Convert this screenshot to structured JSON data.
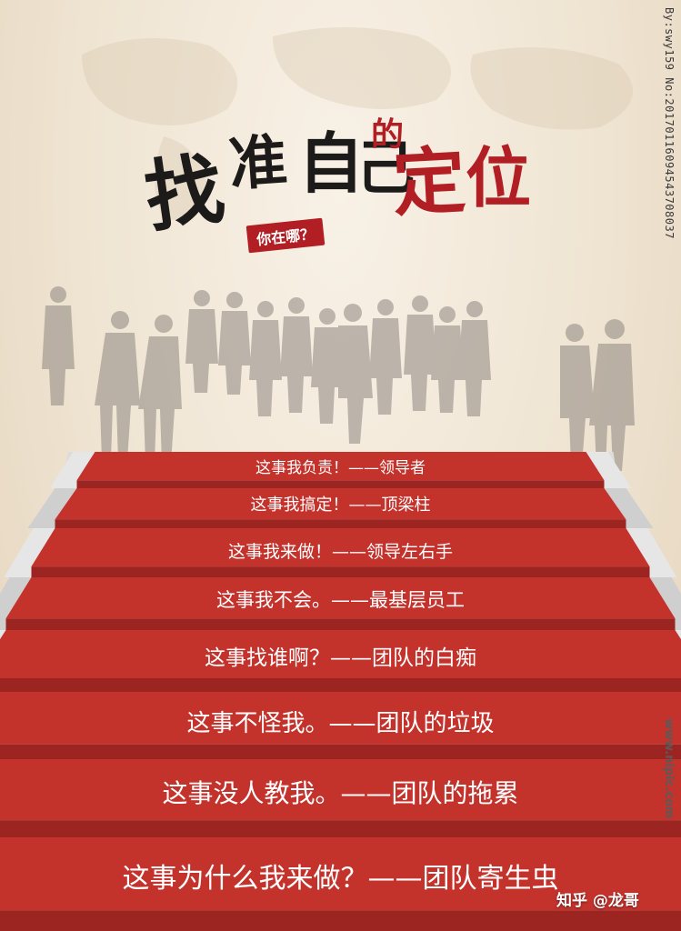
{
  "title": {
    "chars": [
      "找",
      "准",
      "自",
      "己",
      "的",
      "定",
      "位"
    ],
    "subtitle": "你在哪？"
  },
  "steps": [
    {
      "text": "这事我负责！——领导者"
    },
    {
      "text": "这事我搞定！——顶梁柱"
    },
    {
      "text": "这事我来做！——领导左右手"
    },
    {
      "text": "这事我不会。——最基层员工"
    },
    {
      "text": "这事找谁啊？——团队的白痴"
    },
    {
      "text": "这事不怪我。——团队的垃圾"
    },
    {
      "text": "这事没人教我。——团队的拖累"
    },
    {
      "text": "这事为什么我来做？——团队寄生虫"
    }
  ],
  "watermark": {
    "code": "By:swy159 No:20170116094543708037",
    "site": "www.nipic.com",
    "mark": "知乎 @龙哥"
  },
  "colors": {
    "carpet": "#c4322c",
    "carpet_shadow": "#9c2522",
    "stair_edge": "#dcdcdc",
    "title_black": "#1d1a1a",
    "title_red": "#b11e23",
    "silhouette": "#8f8781"
  }
}
